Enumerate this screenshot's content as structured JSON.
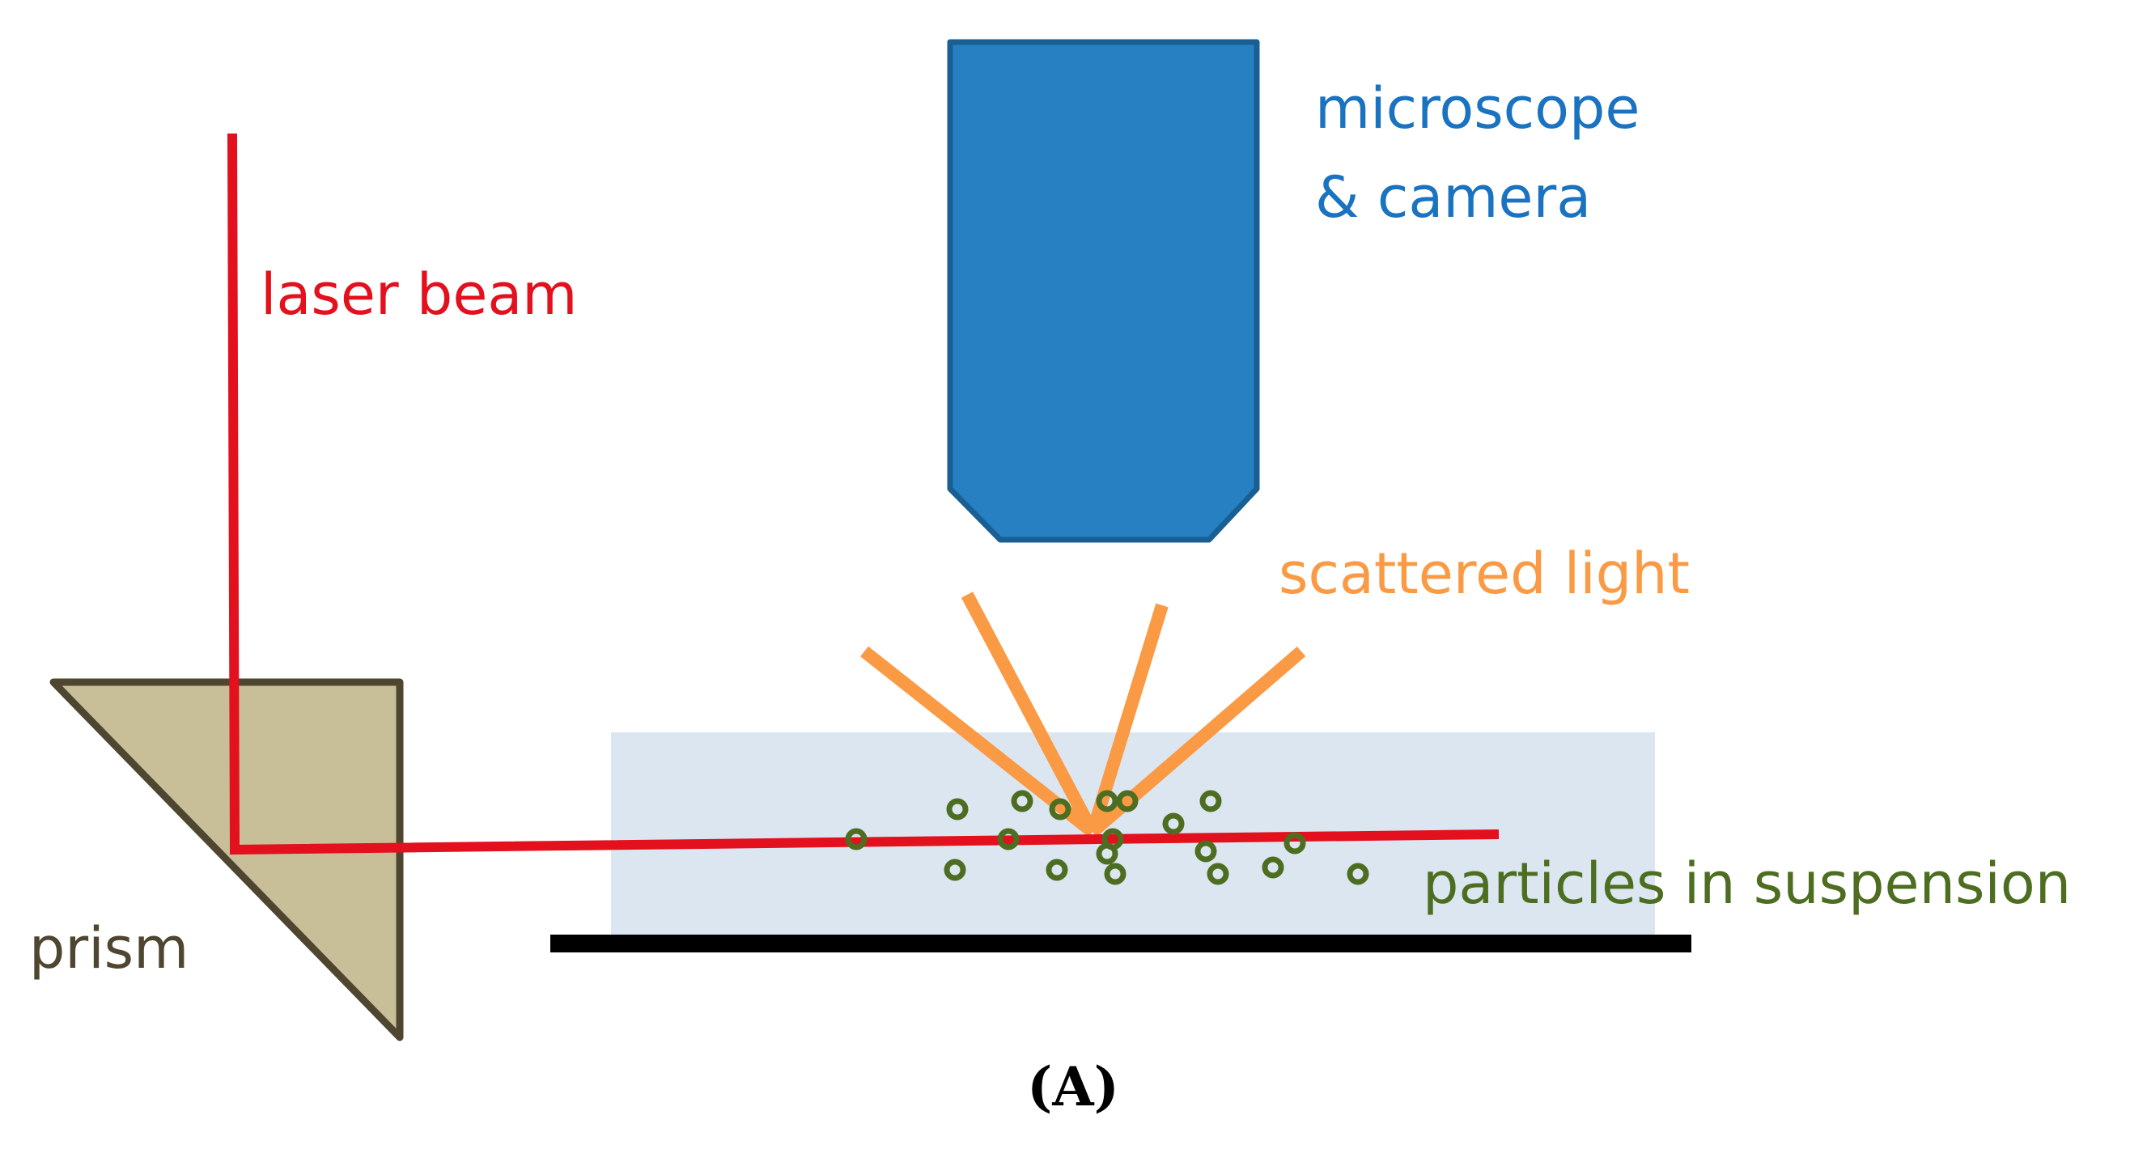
{
  "labels": {
    "laser_beam": "laser beam",
    "microscope_line1": "microscope",
    "microscope_line2": "& camera",
    "scattered_light": "scattered light",
    "particles": "particles in suspension",
    "prism": "prism",
    "caption": "(A)"
  },
  "colors": {
    "laser": "#e3101d",
    "microscope_fill": "#2680c2",
    "microscope_stroke": "#1a5f94",
    "microscope_text": "#1a73c0",
    "scattered": "#fb9a44",
    "particles": "#4d6e21",
    "prism_fill": "#c8bf98",
    "prism_stroke": "#4f4631",
    "prism_text": "#4f4631",
    "sample_fill": "#dbe6f1",
    "stage": "#000000",
    "caption": "#000000"
  }
}
